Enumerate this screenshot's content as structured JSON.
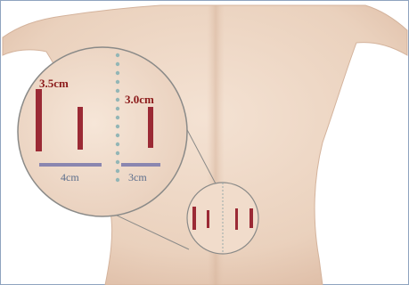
{
  "figure": {
    "labels": {
      "incision_length_left": "3.5cm",
      "incision_length_right": "3.0cm",
      "spacing_left": "4cm",
      "spacing_right": "3cm"
    }
  },
  "colors": {
    "background": "#ffffff",
    "frame": "#8fa3bf",
    "skin": "#efd9c7",
    "skin_shadow": "#d9bba5",
    "incision": "#9b2a35",
    "measure_bar": "#8a86b0",
    "label_text": "#8b1a1a",
    "spacing_text": "#5c6e8c",
    "spine_dots": "#93b6b6",
    "callout_line": "#8a8a88"
  }
}
